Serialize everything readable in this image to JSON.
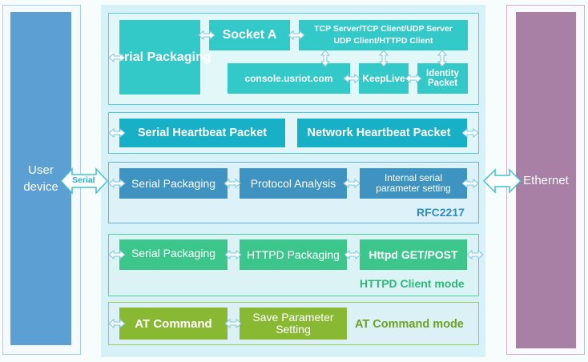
{
  "left_device": {
    "label": "User\ndevice",
    "color": "#5b9fd3"
  },
  "right_device": {
    "label": "Ethernet",
    "color": "#a87fa5"
  },
  "serial_link": {
    "label": "Serial"
  },
  "groups": {
    "socket": {
      "serial_packaging": "Serial Packaging",
      "socket_a": "Socket A",
      "protocols": "TCP Server/TCP Client/UDP Server\nUDP Client/HTTPD Client",
      "console": "console.usriot.com",
      "keeplive": "KeepLive",
      "identity": "Identity\nPacket"
    },
    "heartbeat": {
      "serial_heartbeat": "Serial Heartbeat Packet",
      "network_heartbeat": "Network Heartbeat Packet"
    },
    "rfc2217": {
      "serial_packaging": "Serial Packaging",
      "protocol_analysis": "Protocol Analysis",
      "internal_setting": "Internal serial\nparameter setting",
      "mode_label": "RFC2217"
    },
    "httpd": {
      "serial_packaging": "Serial Packaging",
      "httpd_packaging": "HTTPD Packaging",
      "get_post": "Httpd GET/POST",
      "mode_label": "HTTPD Client mode"
    },
    "at": {
      "at_command": "AT Command",
      "save_param": "Save Parameter\nSetting",
      "mode_label": "AT Command mode"
    }
  },
  "colors": {
    "teal": "#33c9c9",
    "cyan": "#17b0c7",
    "blue": "#3e93c0",
    "green": "#3dc68c",
    "lime": "#89b833",
    "rfc_label": "#2e8ec2",
    "httpd_label": "#2eb87a",
    "at_label": "#6aa222"
  }
}
